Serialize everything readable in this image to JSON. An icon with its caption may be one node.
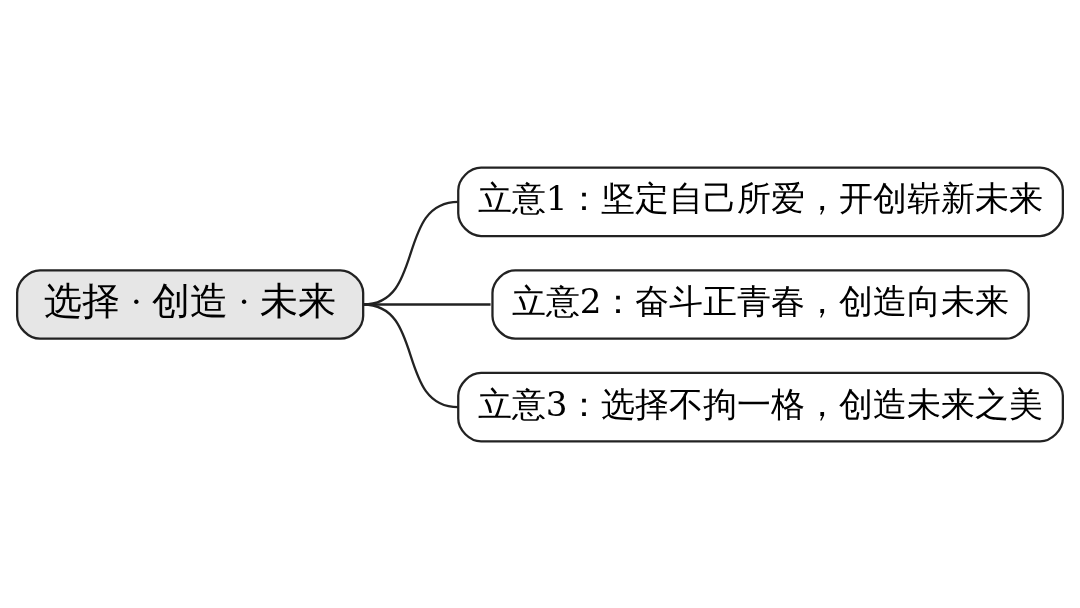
{
  "diagram": {
    "nodes": [
      {
        "text": [
          "选择 · 创造 · 未来"
        ]
      },
      {
        "text": [
          "立意1：坚定自己所爱，开创崭新未来"
        ]
      },
      {
        "text": [
          "立意2：奋斗正青春，创造向未来"
        ]
      },
      {
        "text": [
          "立意3：选择不拘一格，创造未来之美"
        ]
      }
    ],
    "edges": [
      {
        "from": 0,
        "to": 1,
        "arrow": "none"
      },
      {
        "from": 0,
        "to": 2,
        "arrow": "none"
      },
      {
        "from": 0,
        "to": 3,
        "arrow": "none"
      }
    ]
  }
}
